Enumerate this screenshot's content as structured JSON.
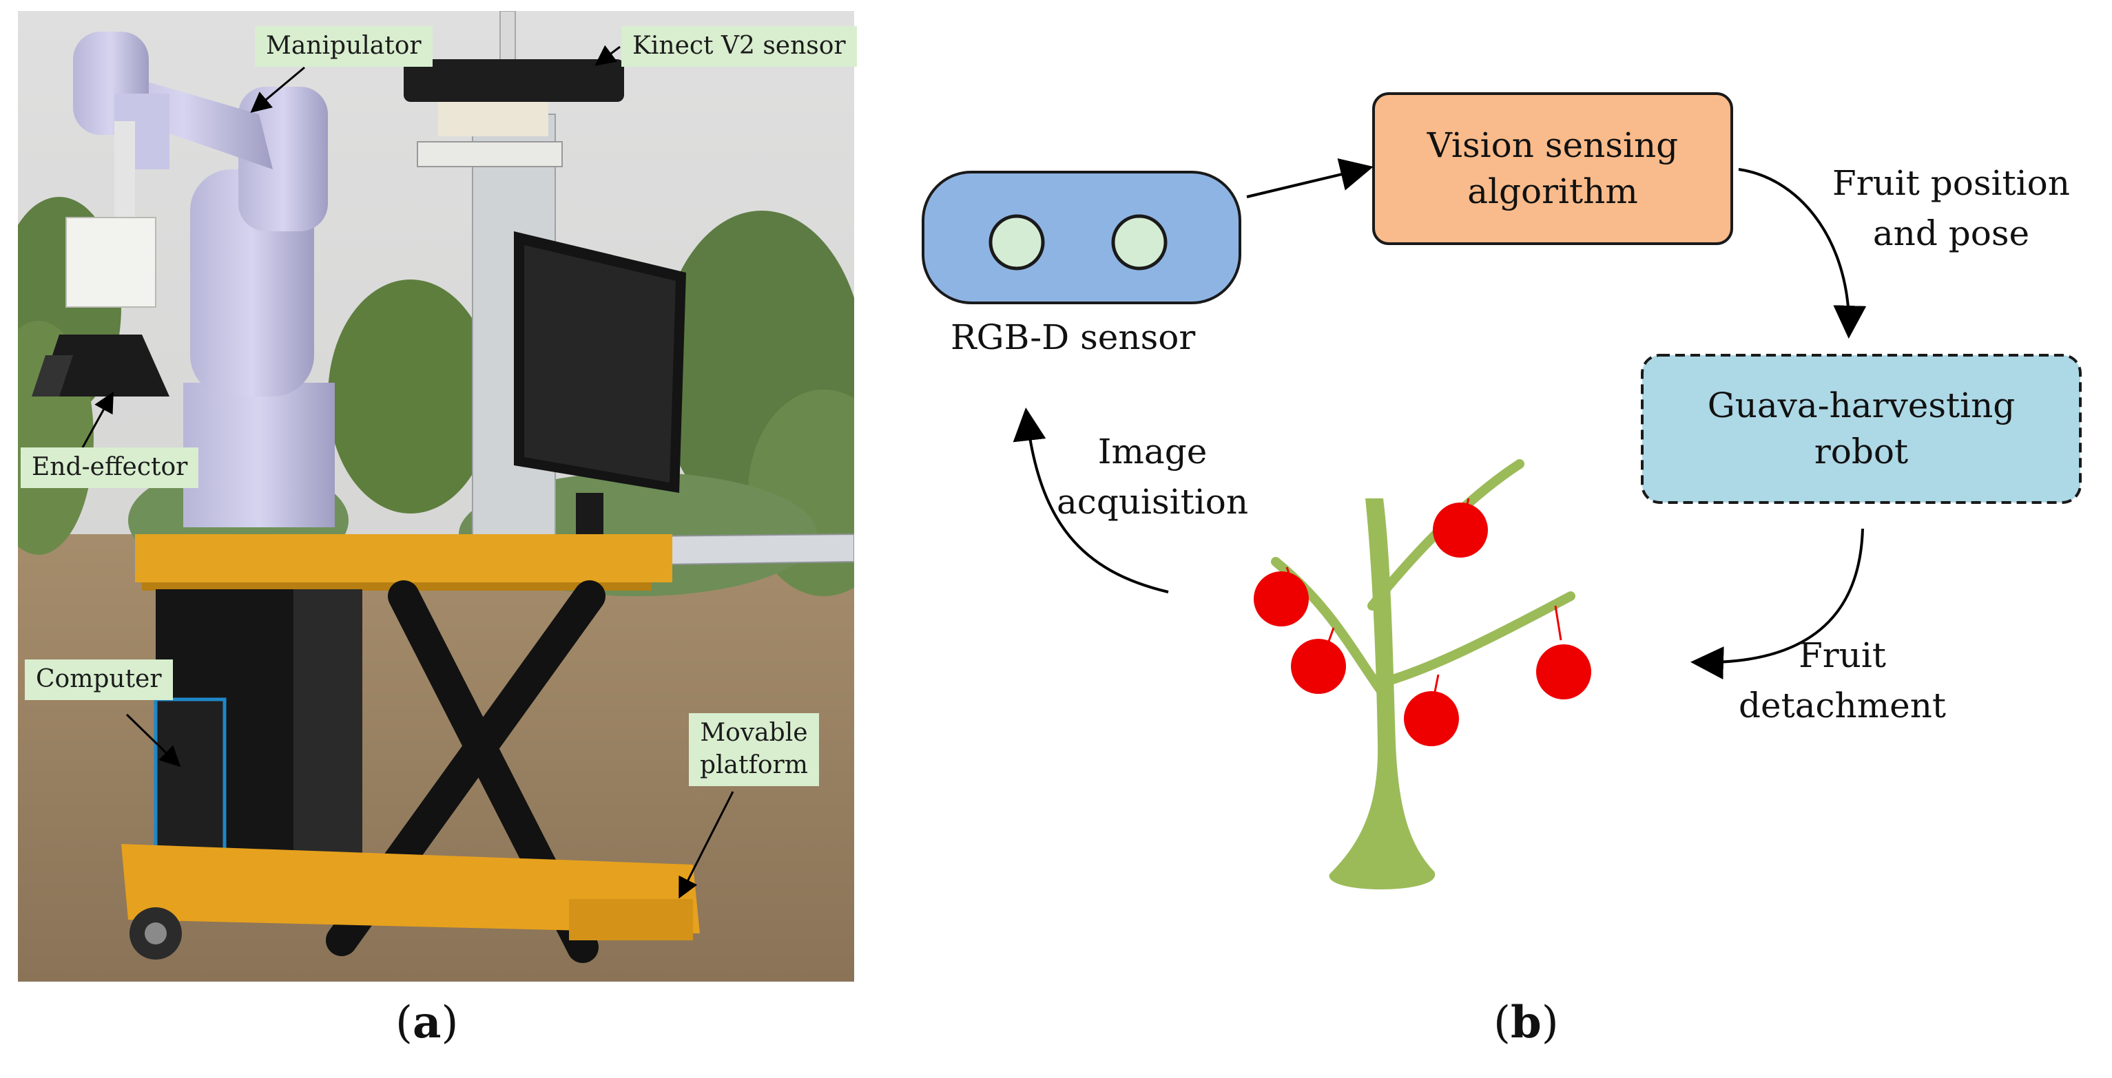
{
  "panel_a": {
    "label_open": "(",
    "label_letter": "a",
    "label_close": ")",
    "callouts": {
      "manipulator": "Manipulator",
      "kinect": "Kinect V2 sensor",
      "end_effector": "End-effector",
      "computer": "Computer",
      "movable_platform": [
        "Movable",
        "platform"
      ]
    }
  },
  "panel_b": {
    "label_open": "(",
    "label_letter": "b",
    "label_close": ")",
    "sensor_label": "RGB-D sensor",
    "vision_box": [
      "Vision sensing",
      "algorithm"
    ],
    "robot_box": [
      "Guava-harvesting",
      "robot"
    ],
    "edge_fruit_pose": [
      "Fruit position",
      "and pose"
    ],
    "edge_detachment": [
      "Fruit",
      "detachment"
    ],
    "edge_image_acq": [
      "Image",
      "acquisition"
    ]
  },
  "colors": {
    "sensor_fill": "#8eb4e3",
    "sensor_lens": "#d5ecd4",
    "vision_fill": "#f9bb8b",
    "robot_fill": "#add8e6",
    "tree_green": "#9bbb59",
    "fruit_red": "#ee0000",
    "callout_bg": "#d8eecf"
  }
}
